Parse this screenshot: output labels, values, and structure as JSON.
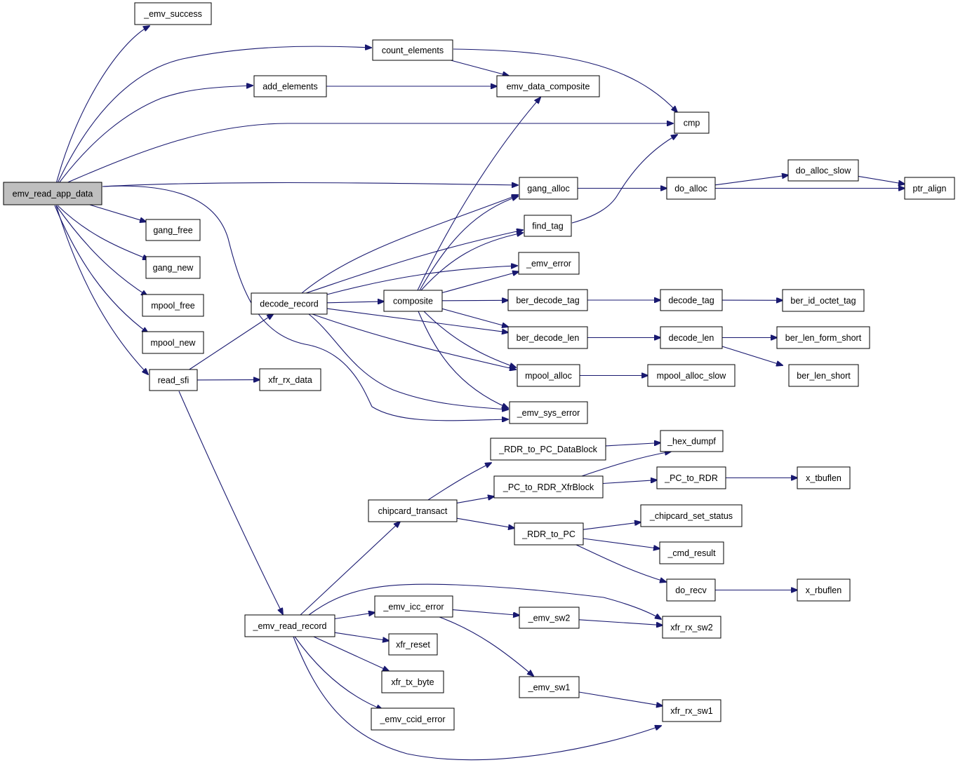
{
  "diagram": {
    "nodes": [
      {
        "id": "emv_read_app_data",
        "label": "emv_read_app_data",
        "root": true
      },
      {
        "id": "_emv_success",
        "label": "_emv_success"
      },
      {
        "id": "count_elements",
        "label": "count_elements"
      },
      {
        "id": "add_elements",
        "label": "add_elements"
      },
      {
        "id": "emv_data_composite",
        "label": "emv_data_composite"
      },
      {
        "id": "cmp",
        "label": "cmp"
      },
      {
        "id": "gang_alloc",
        "label": "gang_alloc"
      },
      {
        "id": "do_alloc",
        "label": "do_alloc"
      },
      {
        "id": "do_alloc_slow",
        "label": "do_alloc_slow"
      },
      {
        "id": "ptr_align",
        "label": "ptr_align"
      },
      {
        "id": "find_tag",
        "label": "find_tag"
      },
      {
        "id": "gang_free",
        "label": "gang_free"
      },
      {
        "id": "gang_new",
        "label": "gang_new"
      },
      {
        "id": "mpool_free",
        "label": "mpool_free"
      },
      {
        "id": "mpool_new",
        "label": "mpool_new"
      },
      {
        "id": "read_sfi",
        "label": "read_sfi"
      },
      {
        "id": "xfr_rx_data",
        "label": "xfr_rx_data"
      },
      {
        "id": "decode_record",
        "label": "decode_record"
      },
      {
        "id": "composite",
        "label": "composite"
      },
      {
        "id": "_emv_error",
        "label": "_emv_error"
      },
      {
        "id": "ber_decode_tag",
        "label": "ber_decode_tag"
      },
      {
        "id": "decode_tag",
        "label": "decode_tag"
      },
      {
        "id": "ber_id_octet_tag",
        "label": "ber_id_octet_tag"
      },
      {
        "id": "ber_decode_len",
        "label": "ber_decode_len"
      },
      {
        "id": "decode_len",
        "label": "decode_len"
      },
      {
        "id": "ber_len_form_short",
        "label": "ber_len_form_short"
      },
      {
        "id": "ber_len_short",
        "label": "ber_len_short"
      },
      {
        "id": "mpool_alloc",
        "label": "mpool_alloc"
      },
      {
        "id": "mpool_alloc_slow",
        "label": "mpool_alloc_slow"
      },
      {
        "id": "_emv_sys_error",
        "label": "_emv_sys_error"
      },
      {
        "id": "_RDR_to_PC_DataBlock",
        "label": "_RDR_to_PC_DataBlock"
      },
      {
        "id": "_hex_dumpf",
        "label": "_hex_dumpf"
      },
      {
        "id": "_PC_to_RDR_XfrBlock",
        "label": "_PC_to_RDR_XfrBlock"
      },
      {
        "id": "_PC_to_RDR",
        "label": "_PC_to_RDR"
      },
      {
        "id": "x_tbuflen",
        "label": "x_tbuflen"
      },
      {
        "id": "chipcard_transact",
        "label": "chipcard_transact"
      },
      {
        "id": "_RDR_to_PC",
        "label": "_RDR_to_PC"
      },
      {
        "id": "_chipcard_set_status",
        "label": "_chipcard_set_status"
      },
      {
        "id": "_cmd_result",
        "label": "_cmd_result"
      },
      {
        "id": "do_recv",
        "label": "do_recv"
      },
      {
        "id": "x_rbuflen",
        "label": "x_rbuflen"
      },
      {
        "id": "_emv_read_record",
        "label": "_emv_read_record"
      },
      {
        "id": "_emv_icc_error",
        "label": "_emv_icc_error"
      },
      {
        "id": "_emv_sw2",
        "label": "_emv_sw2"
      },
      {
        "id": "xfr_rx_sw2",
        "label": "xfr_rx_sw2"
      },
      {
        "id": "xfr_reset",
        "label": "xfr_reset"
      },
      {
        "id": "xfr_tx_byte",
        "label": "xfr_tx_byte"
      },
      {
        "id": "_emv_sw1",
        "label": "_emv_sw1"
      },
      {
        "id": "xfr_rx_sw1",
        "label": "xfr_rx_sw1"
      },
      {
        "id": "_emv_ccid_error",
        "label": "_emv_ccid_error"
      }
    ],
    "edges": [
      {
        "from": "emv_read_app_data",
        "to": "_emv_success"
      },
      {
        "from": "emv_read_app_data",
        "to": "count_elements"
      },
      {
        "from": "emv_read_app_data",
        "to": "add_elements"
      },
      {
        "from": "emv_read_app_data",
        "to": "cmp"
      },
      {
        "from": "emv_read_app_data",
        "to": "gang_alloc"
      },
      {
        "from": "emv_read_app_data",
        "to": "gang_free"
      },
      {
        "from": "emv_read_app_data",
        "to": "gang_new"
      },
      {
        "from": "emv_read_app_data",
        "to": "mpool_free"
      },
      {
        "from": "emv_read_app_data",
        "to": "mpool_new"
      },
      {
        "from": "emv_read_app_data",
        "to": "read_sfi"
      },
      {
        "from": "emv_read_app_data",
        "to": "_emv_sys_error"
      },
      {
        "from": "count_elements",
        "to": "emv_data_composite"
      },
      {
        "from": "count_elements",
        "to": "cmp"
      },
      {
        "from": "add_elements",
        "to": "emv_data_composite"
      },
      {
        "from": "gang_alloc",
        "to": "do_alloc"
      },
      {
        "from": "do_alloc",
        "to": "do_alloc_slow"
      },
      {
        "from": "do_alloc",
        "to": "ptr_align"
      },
      {
        "from": "do_alloc_slow",
        "to": "ptr_align"
      },
      {
        "from": "find_tag",
        "to": "cmp"
      },
      {
        "from": "read_sfi",
        "to": "decode_record"
      },
      {
        "from": "read_sfi",
        "to": "xfr_rx_data"
      },
      {
        "from": "read_sfi",
        "to": "_emv_read_record"
      },
      {
        "from": "decode_record",
        "to": "gang_alloc"
      },
      {
        "from": "decode_record",
        "to": "find_tag"
      },
      {
        "from": "decode_record",
        "to": "_emv_error"
      },
      {
        "from": "decode_record",
        "to": "composite"
      },
      {
        "from": "decode_record",
        "to": "ber_decode_len"
      },
      {
        "from": "decode_record",
        "to": "mpool_alloc"
      },
      {
        "from": "decode_record",
        "to": "_emv_sys_error"
      },
      {
        "from": "composite",
        "to": "emv_data_composite"
      },
      {
        "from": "composite",
        "to": "gang_alloc"
      },
      {
        "from": "composite",
        "to": "find_tag"
      },
      {
        "from": "composite",
        "to": "_emv_error"
      },
      {
        "from": "composite",
        "to": "ber_decode_tag"
      },
      {
        "from": "composite",
        "to": "ber_decode_len"
      },
      {
        "from": "composite",
        "to": "mpool_alloc"
      },
      {
        "from": "composite",
        "to": "_emv_sys_error"
      },
      {
        "from": "ber_decode_tag",
        "to": "decode_tag"
      },
      {
        "from": "decode_tag",
        "to": "ber_id_octet_tag"
      },
      {
        "from": "ber_decode_len",
        "to": "decode_len"
      },
      {
        "from": "decode_len",
        "to": "ber_len_form_short"
      },
      {
        "from": "decode_len",
        "to": "ber_len_short"
      },
      {
        "from": "mpool_alloc",
        "to": "mpool_alloc_slow"
      },
      {
        "from": "_RDR_to_PC_DataBlock",
        "to": "_hex_dumpf"
      },
      {
        "from": "_PC_to_RDR_XfrBlock",
        "to": "_hex_dumpf"
      },
      {
        "from": "_PC_to_RDR_XfrBlock",
        "to": "_PC_to_RDR"
      },
      {
        "from": "_PC_to_RDR",
        "to": "x_tbuflen"
      },
      {
        "from": "chipcard_transact",
        "to": "_RDR_to_PC_DataBlock"
      },
      {
        "from": "chipcard_transact",
        "to": "_PC_to_RDR_XfrBlock"
      },
      {
        "from": "chipcard_transact",
        "to": "_RDR_to_PC"
      },
      {
        "from": "_RDR_to_PC",
        "to": "_chipcard_set_status"
      },
      {
        "from": "_RDR_to_PC",
        "to": "_cmd_result"
      },
      {
        "from": "_RDR_to_PC",
        "to": "do_recv"
      },
      {
        "from": "do_recv",
        "to": "x_rbuflen"
      },
      {
        "from": "_emv_read_record",
        "to": "chipcard_transact"
      },
      {
        "from": "_emv_read_record",
        "to": "_emv_icc_error"
      },
      {
        "from": "_emv_read_record",
        "to": "xfr_rx_sw2"
      },
      {
        "from": "_emv_read_record",
        "to": "xfr_reset"
      },
      {
        "from": "_emv_read_record",
        "to": "xfr_tx_byte"
      },
      {
        "from": "_emv_read_record",
        "to": "_emv_ccid_error"
      },
      {
        "from": "_emv_read_record",
        "to": "xfr_rx_sw1"
      },
      {
        "from": "_emv_icc_error",
        "to": "_emv_sw2"
      },
      {
        "from": "_emv_icc_error",
        "to": "_emv_sw1"
      },
      {
        "from": "_emv_sw2",
        "to": "xfr_rx_sw2"
      },
      {
        "from": "_emv_sw1",
        "to": "xfr_rx_sw1"
      }
    ]
  }
}
